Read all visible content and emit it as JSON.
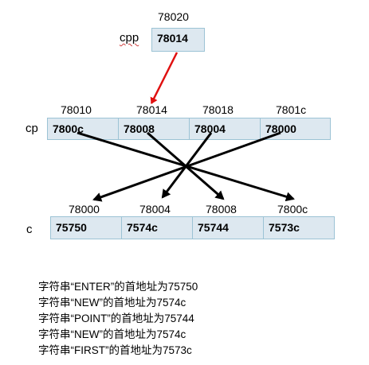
{
  "cpp": {
    "label": "cpp",
    "address": "78020",
    "value": "78014"
  },
  "cp": {
    "label": "cp",
    "addresses": [
      "78010",
      "78014",
      "78018",
      "7801c"
    ],
    "values": [
      "7800c",
      "78008",
      "78004",
      "78000"
    ]
  },
  "c": {
    "label": "c",
    "addresses": [
      "78000",
      "78004",
      "78008",
      "7800c"
    ],
    "values": [
      "75750",
      "7574c",
      "75744",
      "7573c"
    ]
  },
  "notes": [
    "字符串“ENTER”的首地址为75750",
    "字符串“NEW”的首地址为7574c",
    "字符串“POINT”的首地址为75744",
    "字符串“NEW”的首地址为7574c",
    "字符串“FIRST”的首地址为7573c"
  ],
  "colors": {
    "cell_fill": "#dde8f0",
    "cell_border": "#9cc3d5",
    "pointer_arrow": "#e01010",
    "cross_arrows": "#000000"
  }
}
